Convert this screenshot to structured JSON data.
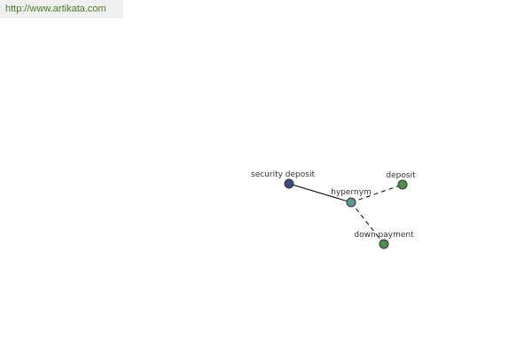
{
  "header": {
    "url_text": "http://www.artikata.com"
  },
  "graph": {
    "nodes": [
      {
        "id": "security-deposit",
        "label": "security deposit",
        "color": "#3b4a8c"
      },
      {
        "id": "hypernym",
        "label": "hypernym",
        "color": "#5b9694"
      },
      {
        "id": "deposit",
        "label": "deposit",
        "color": "#4f8f4a"
      },
      {
        "id": "down-payment",
        "label": "down payment",
        "color": "#4f8f4a"
      }
    ],
    "edges": [
      {
        "from": "security-deposit",
        "to": "hypernym",
        "style": "solid"
      },
      {
        "from": "hypernym",
        "to": "deposit",
        "style": "dashed"
      },
      {
        "from": "hypernym",
        "to": "down-payment",
        "style": "dashed"
      }
    ],
    "colors": {
      "node_stroke": "#333333",
      "edge": "#000000"
    }
  }
}
